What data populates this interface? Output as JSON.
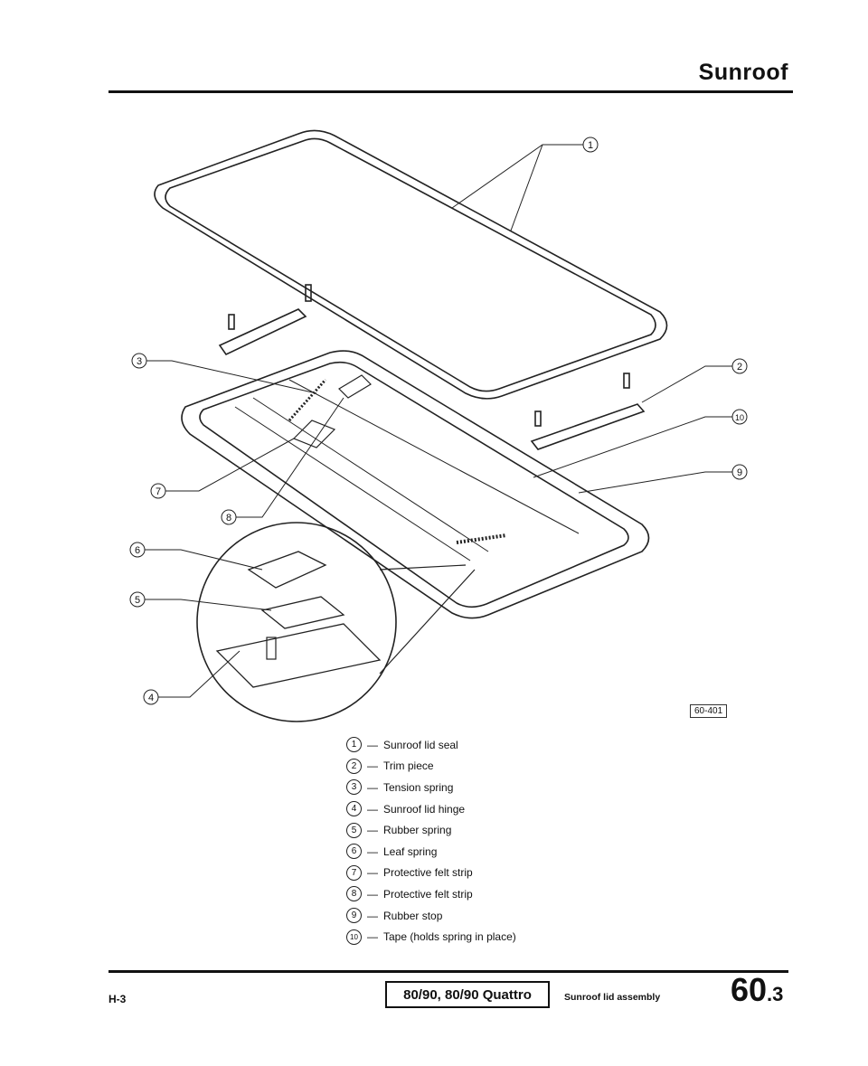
{
  "header": {
    "title": "Sunroof"
  },
  "figure": {
    "ref": "60-401",
    "callouts": [
      "1",
      "2",
      "3",
      "4",
      "5",
      "6",
      "7",
      "8",
      "9",
      "10"
    ]
  },
  "legend": [
    {
      "num": "1",
      "text": "Sunroof lid seal"
    },
    {
      "num": "2",
      "text": "Trim piece"
    },
    {
      "num": "3",
      "text": "Tension spring"
    },
    {
      "num": "4",
      "text": "Sunroof lid hinge"
    },
    {
      "num": "5",
      "text": "Rubber spring"
    },
    {
      "num": "6",
      "text": "Leaf spring"
    },
    {
      "num": "7",
      "text": "Protective felt strip"
    },
    {
      "num": "8",
      "text": "Protective felt strip"
    },
    {
      "num": "9",
      "text": "Rubber stop"
    },
    {
      "num": "10",
      "text": "Tape (holds spring in place)"
    }
  ],
  "footer": {
    "page_ref": "H-3",
    "model": "80/90, 80/90 Quattro",
    "section_name": "Sunroof lid assembly",
    "section_major": "60",
    "section_minor": ".3"
  }
}
